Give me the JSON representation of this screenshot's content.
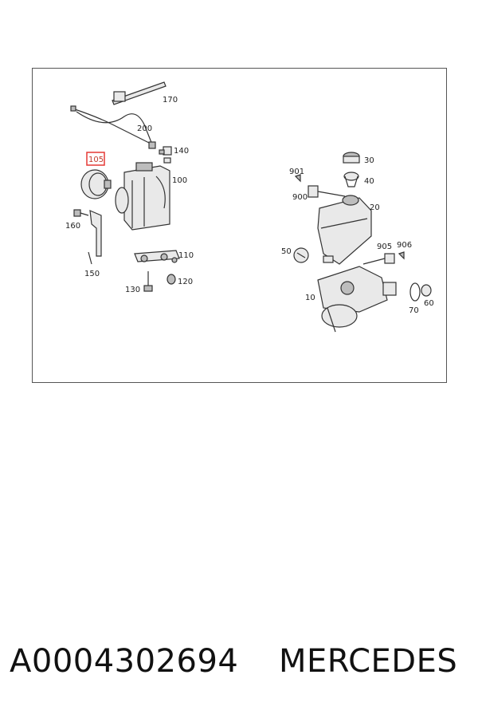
{
  "diagram": {
    "highlighted_part": "105",
    "highlight_color": "#e53935",
    "callouts": {
      "c170": "170",
      "c200": "200",
      "c140": "140",
      "c105": "105",
      "c100": "100",
      "c160": "160",
      "c150": "150",
      "c110": "110",
      "c120": "120",
      "c130": "130",
      "c901": "901",
      "c900": "900",
      "c30": "30",
      "c40": "40",
      "c20": "20",
      "c50": "50",
      "c905": "905",
      "c906": "906",
      "c10": "10",
      "c70": "70",
      "c60": "60"
    }
  },
  "footer": {
    "part_number": "A0004302694",
    "brand": "MERCEDES"
  }
}
